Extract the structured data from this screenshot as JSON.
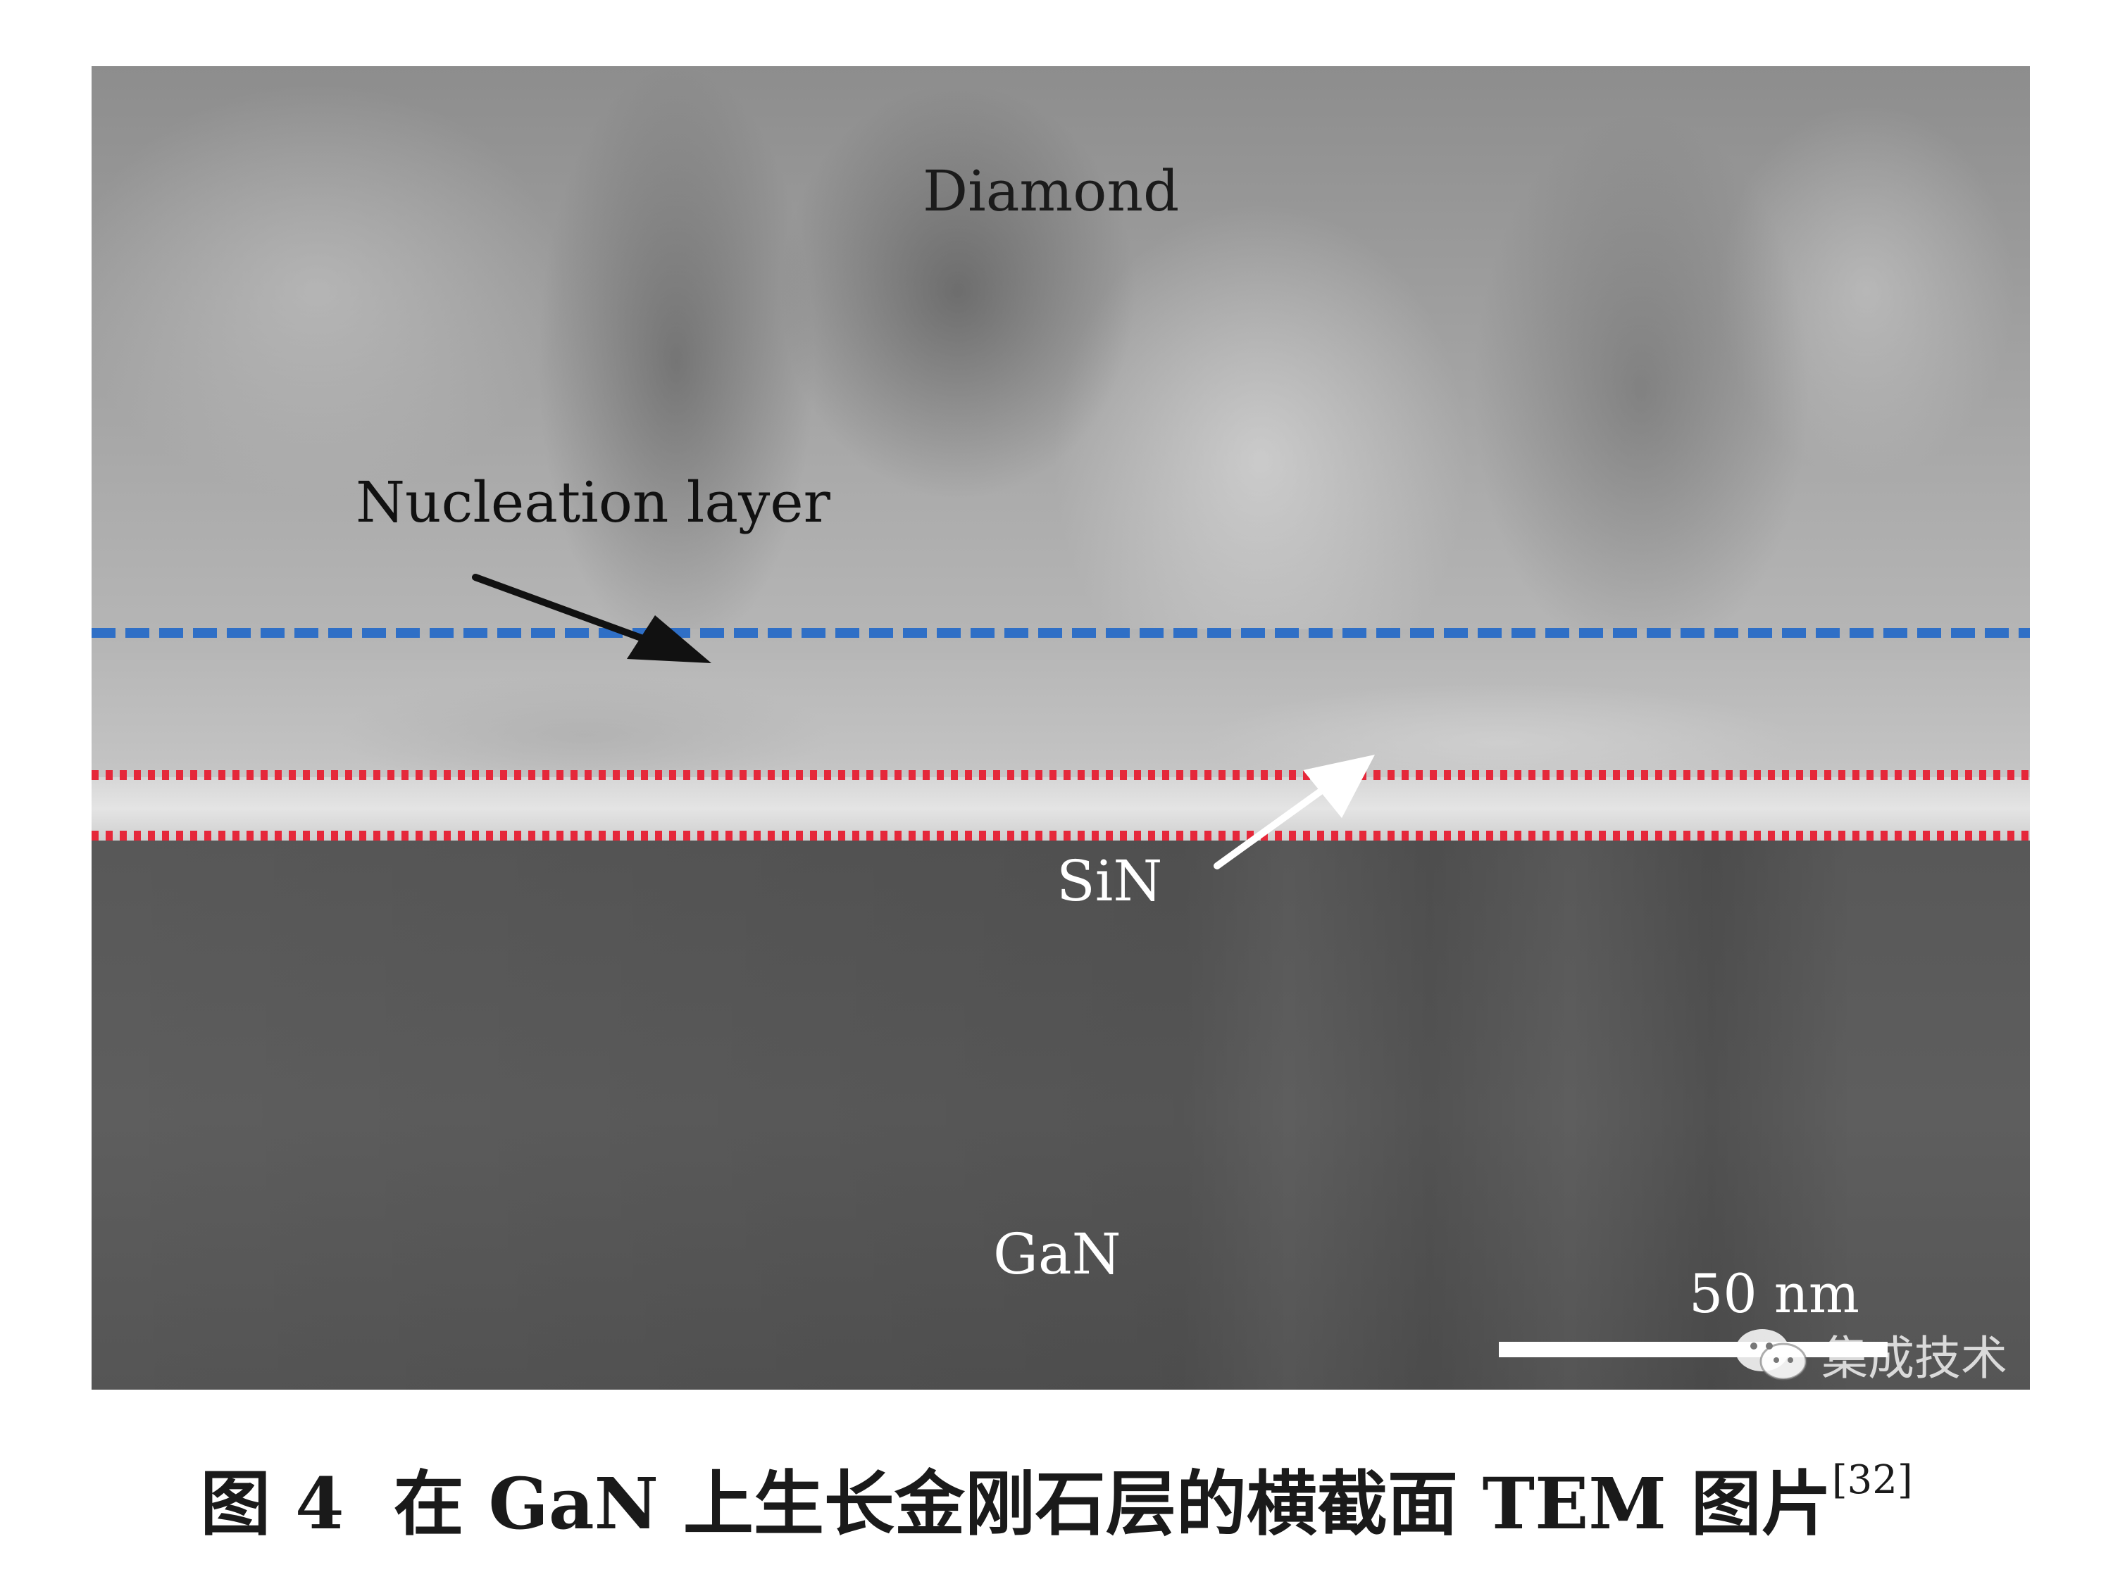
{
  "figure": {
    "labels": {
      "diamond": "Diamond",
      "nucleation": "Nucleation layer",
      "sin": "SiN",
      "gan": "GaN",
      "scale": "50 nm"
    },
    "line_colors": {
      "nucleation_boundary": "#2f6fc6",
      "sin_boundary": "#e5283a"
    },
    "arrow_colors": {
      "nucleation_arrow": "#111111",
      "sin_arrow": "#ffffff"
    }
  },
  "watermark": {
    "icon": "wechat-icon",
    "text": "集成技术"
  },
  "caption": {
    "label": "图 4",
    "text": "在 GaN 上生长金刚石层的横截面 TEM 图片",
    "ref": "[32]"
  }
}
